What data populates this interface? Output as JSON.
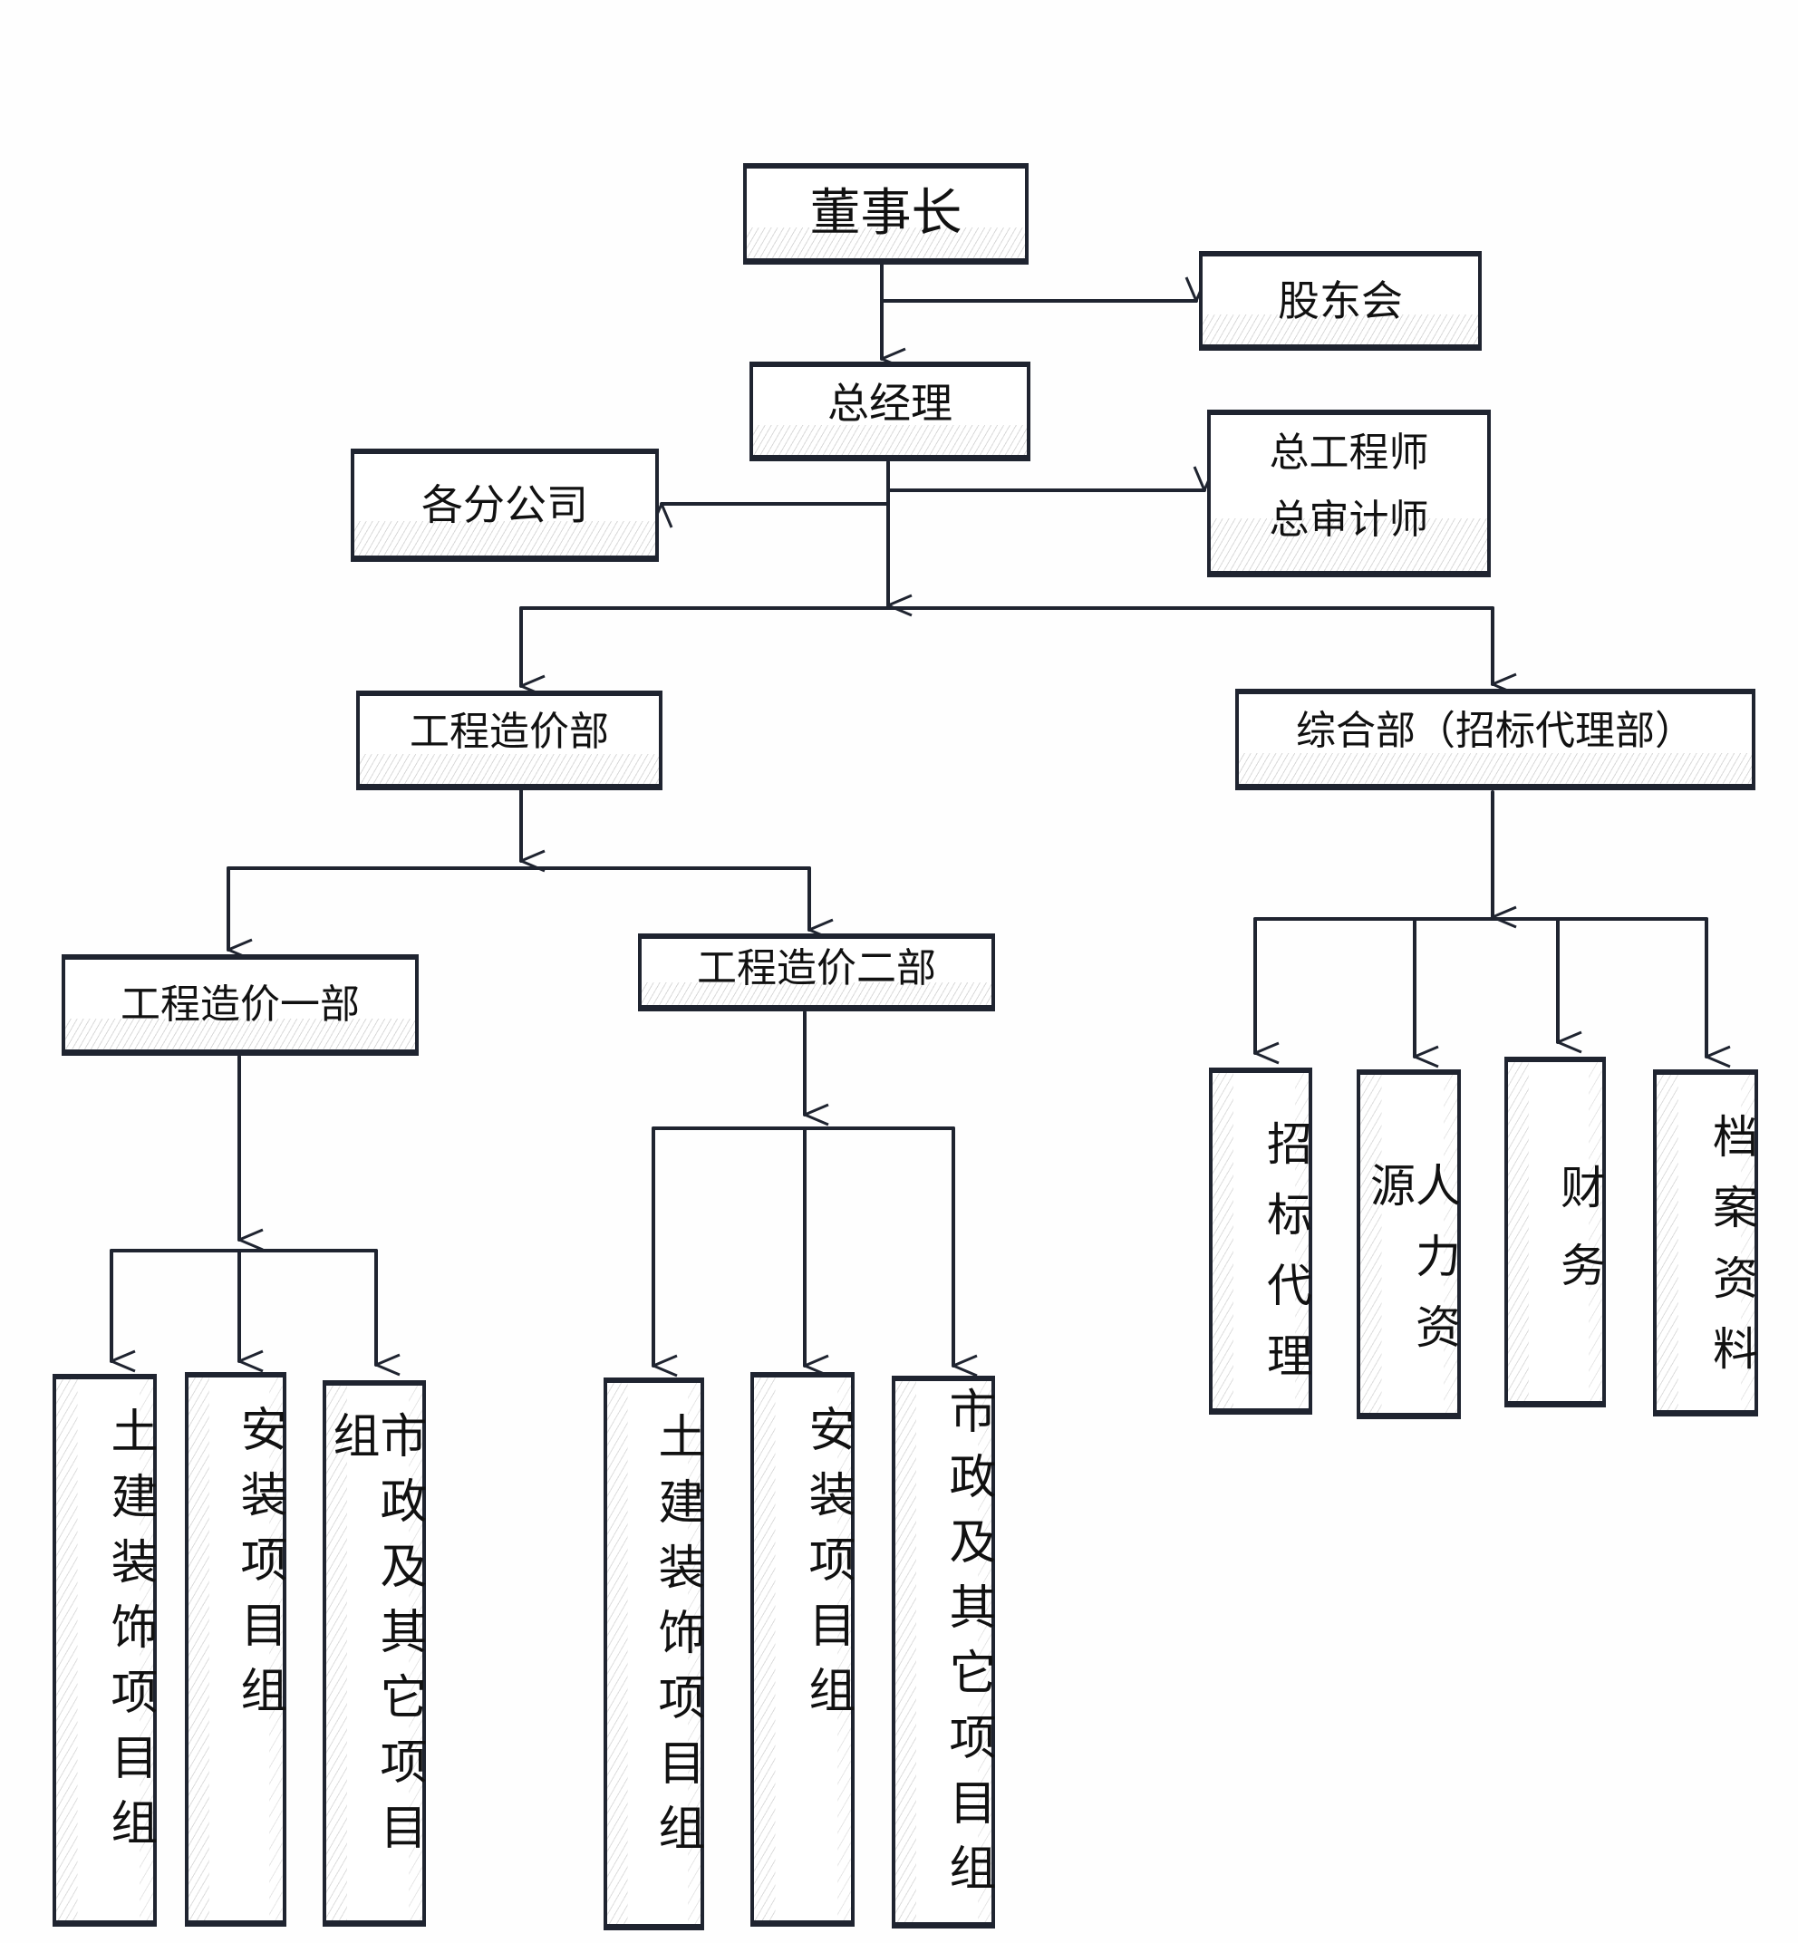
{
  "chart": {
    "title_node": "董事长",
    "nodes": {
      "chairman": "董事长",
      "shareholders": "股东会",
      "general_manager": "总经理",
      "branches": "各分公司",
      "chief_engineer": "总工程师",
      "chief_auditor": "总审计师",
      "cost_dept": "工程造价部",
      "general_dept": "综合部（招标代理部）",
      "cost_dept_1": "工程造价一部",
      "cost_dept_2": "工程造价二部",
      "d1_civil": "土建装饰项目组",
      "d1_install": "安装项目组",
      "d1_municipal": "市政及其它项目组",
      "d2_civil": "土建装饰项目组",
      "d2_install": "安装项目组",
      "d2_municipal": "市政及其它项目组",
      "tender_agency": "招标代理",
      "human_resources": "人力资源",
      "finance": "财务",
      "archives": "档案资料"
    }
  },
  "colors": {
    "stroke": "#1f2430",
    "text": "#111111",
    "hatch": "#8a8a8a"
  }
}
